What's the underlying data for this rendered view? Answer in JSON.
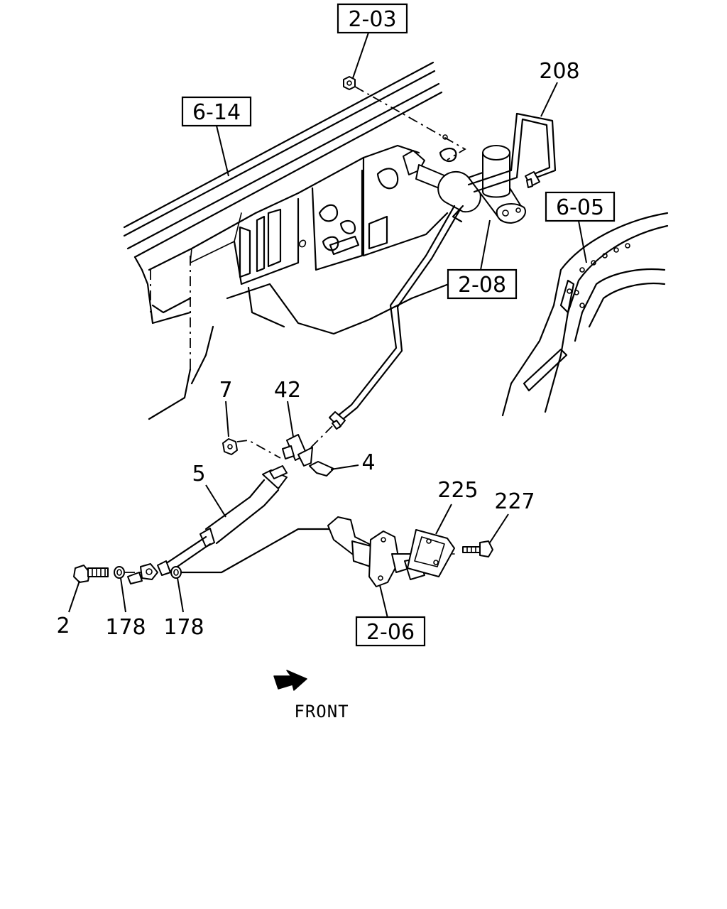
{
  "reference_boxes": {
    "r203": "2-03",
    "r614": "6-14",
    "r605": "6-05",
    "r208": "2-08",
    "r206": "2-06"
  },
  "part_numbers": {
    "p208": "208",
    "p7": "7",
    "p42": "42",
    "p4": "4",
    "p5": "5",
    "p225": "225",
    "p227": "227",
    "p2": "2",
    "p178a": "178",
    "p178b": "178"
  },
  "orientation": {
    "front_label": "FRONT",
    "icon": "front-arrow-icon"
  }
}
